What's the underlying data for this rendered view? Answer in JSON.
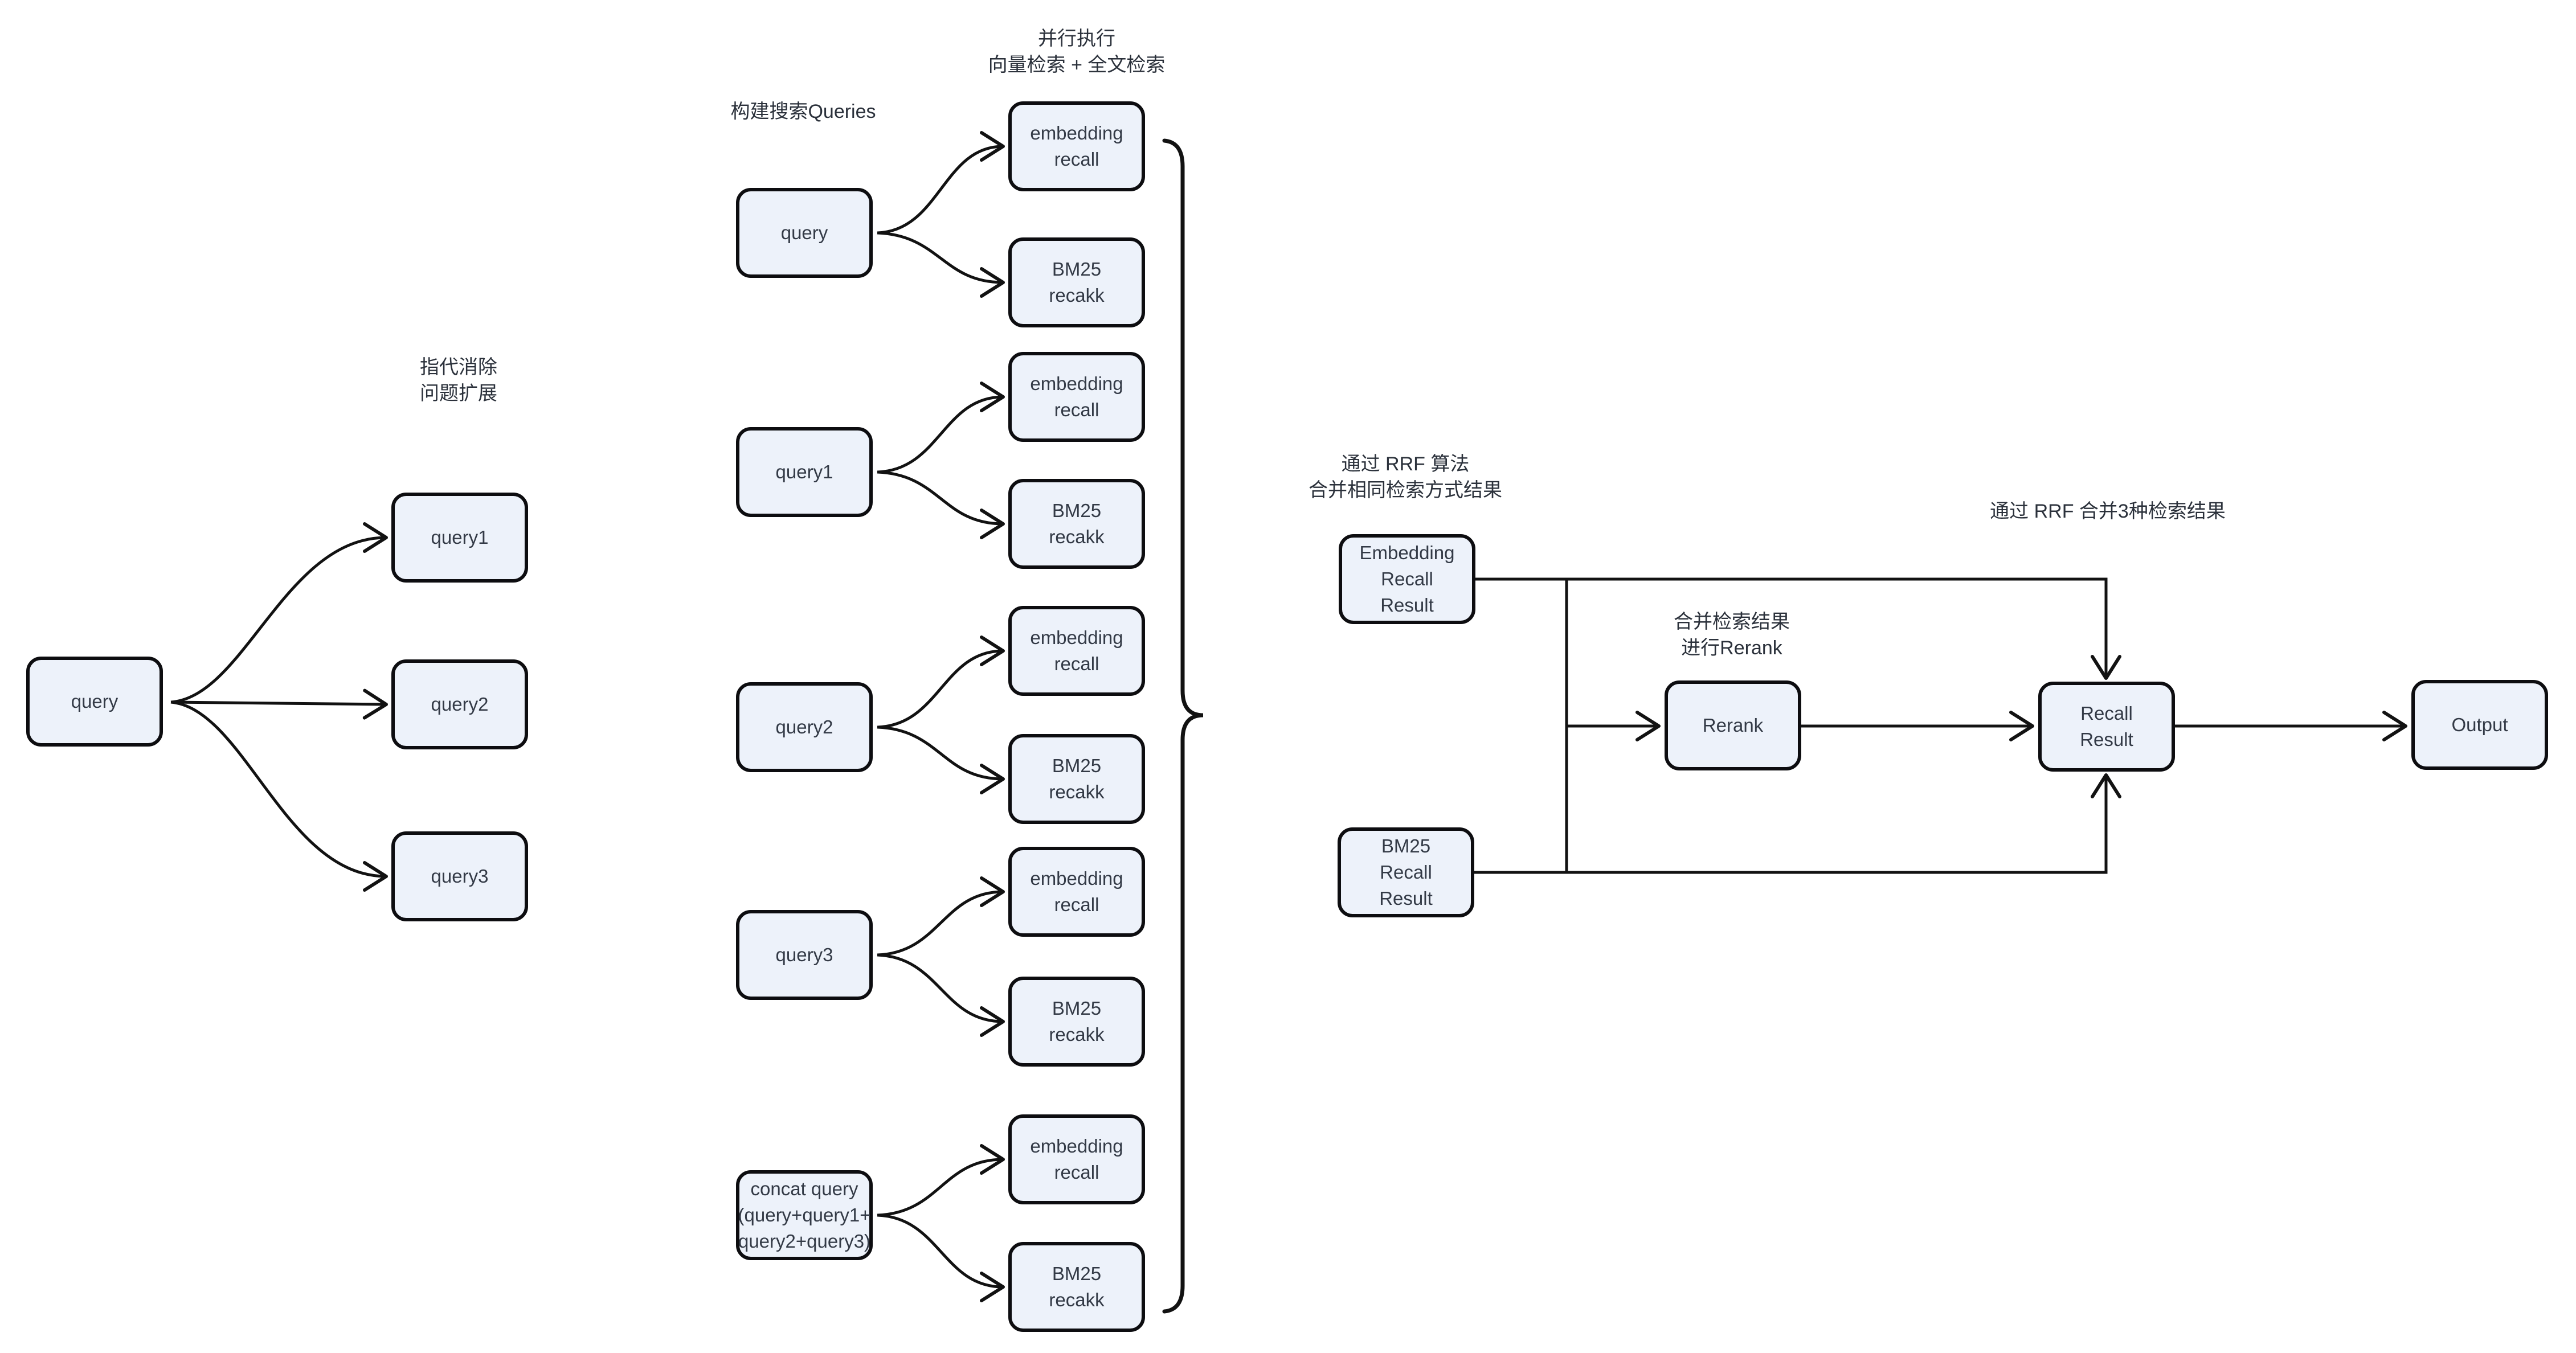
{
  "colors": {
    "background": "#ffffff",
    "node_fill": "#edf2fa",
    "node_border": "#0d0d10",
    "edge": "#121212",
    "node_text": "#333a46",
    "annotation_text": "#2b313b"
  },
  "annotations": {
    "parallel_exec": "并行执行\n向量检索 + 全文检索",
    "build_queries": "构建搜索Queries",
    "coref_expand": "指代消除\n问题扩展",
    "rrf_merge_same": "通过 RRF 算法\n合并相同检索方式结果",
    "merge_rerank": "合并检索结果\n进行Rerank",
    "rrf_merge_3": "通过 RRF 合并3种检索结果"
  },
  "left": {
    "root": "query",
    "children": [
      "query1",
      "query2",
      "query3"
    ]
  },
  "middle": {
    "queries": [
      "query",
      "query1",
      "query2",
      "query3",
      "concat query\n(query+query1+\nquery2+query3)"
    ],
    "embedding_label": "embedding\nrecall",
    "bm25_label": "BM25\nrecakk"
  },
  "right": {
    "embedding_result": "Embedding\nRecall\nResult",
    "bm25_result": "BM25\nRecall\nResult",
    "rerank": "Rerank",
    "recall_result": "Recall\nResult",
    "output": "Output"
  }
}
